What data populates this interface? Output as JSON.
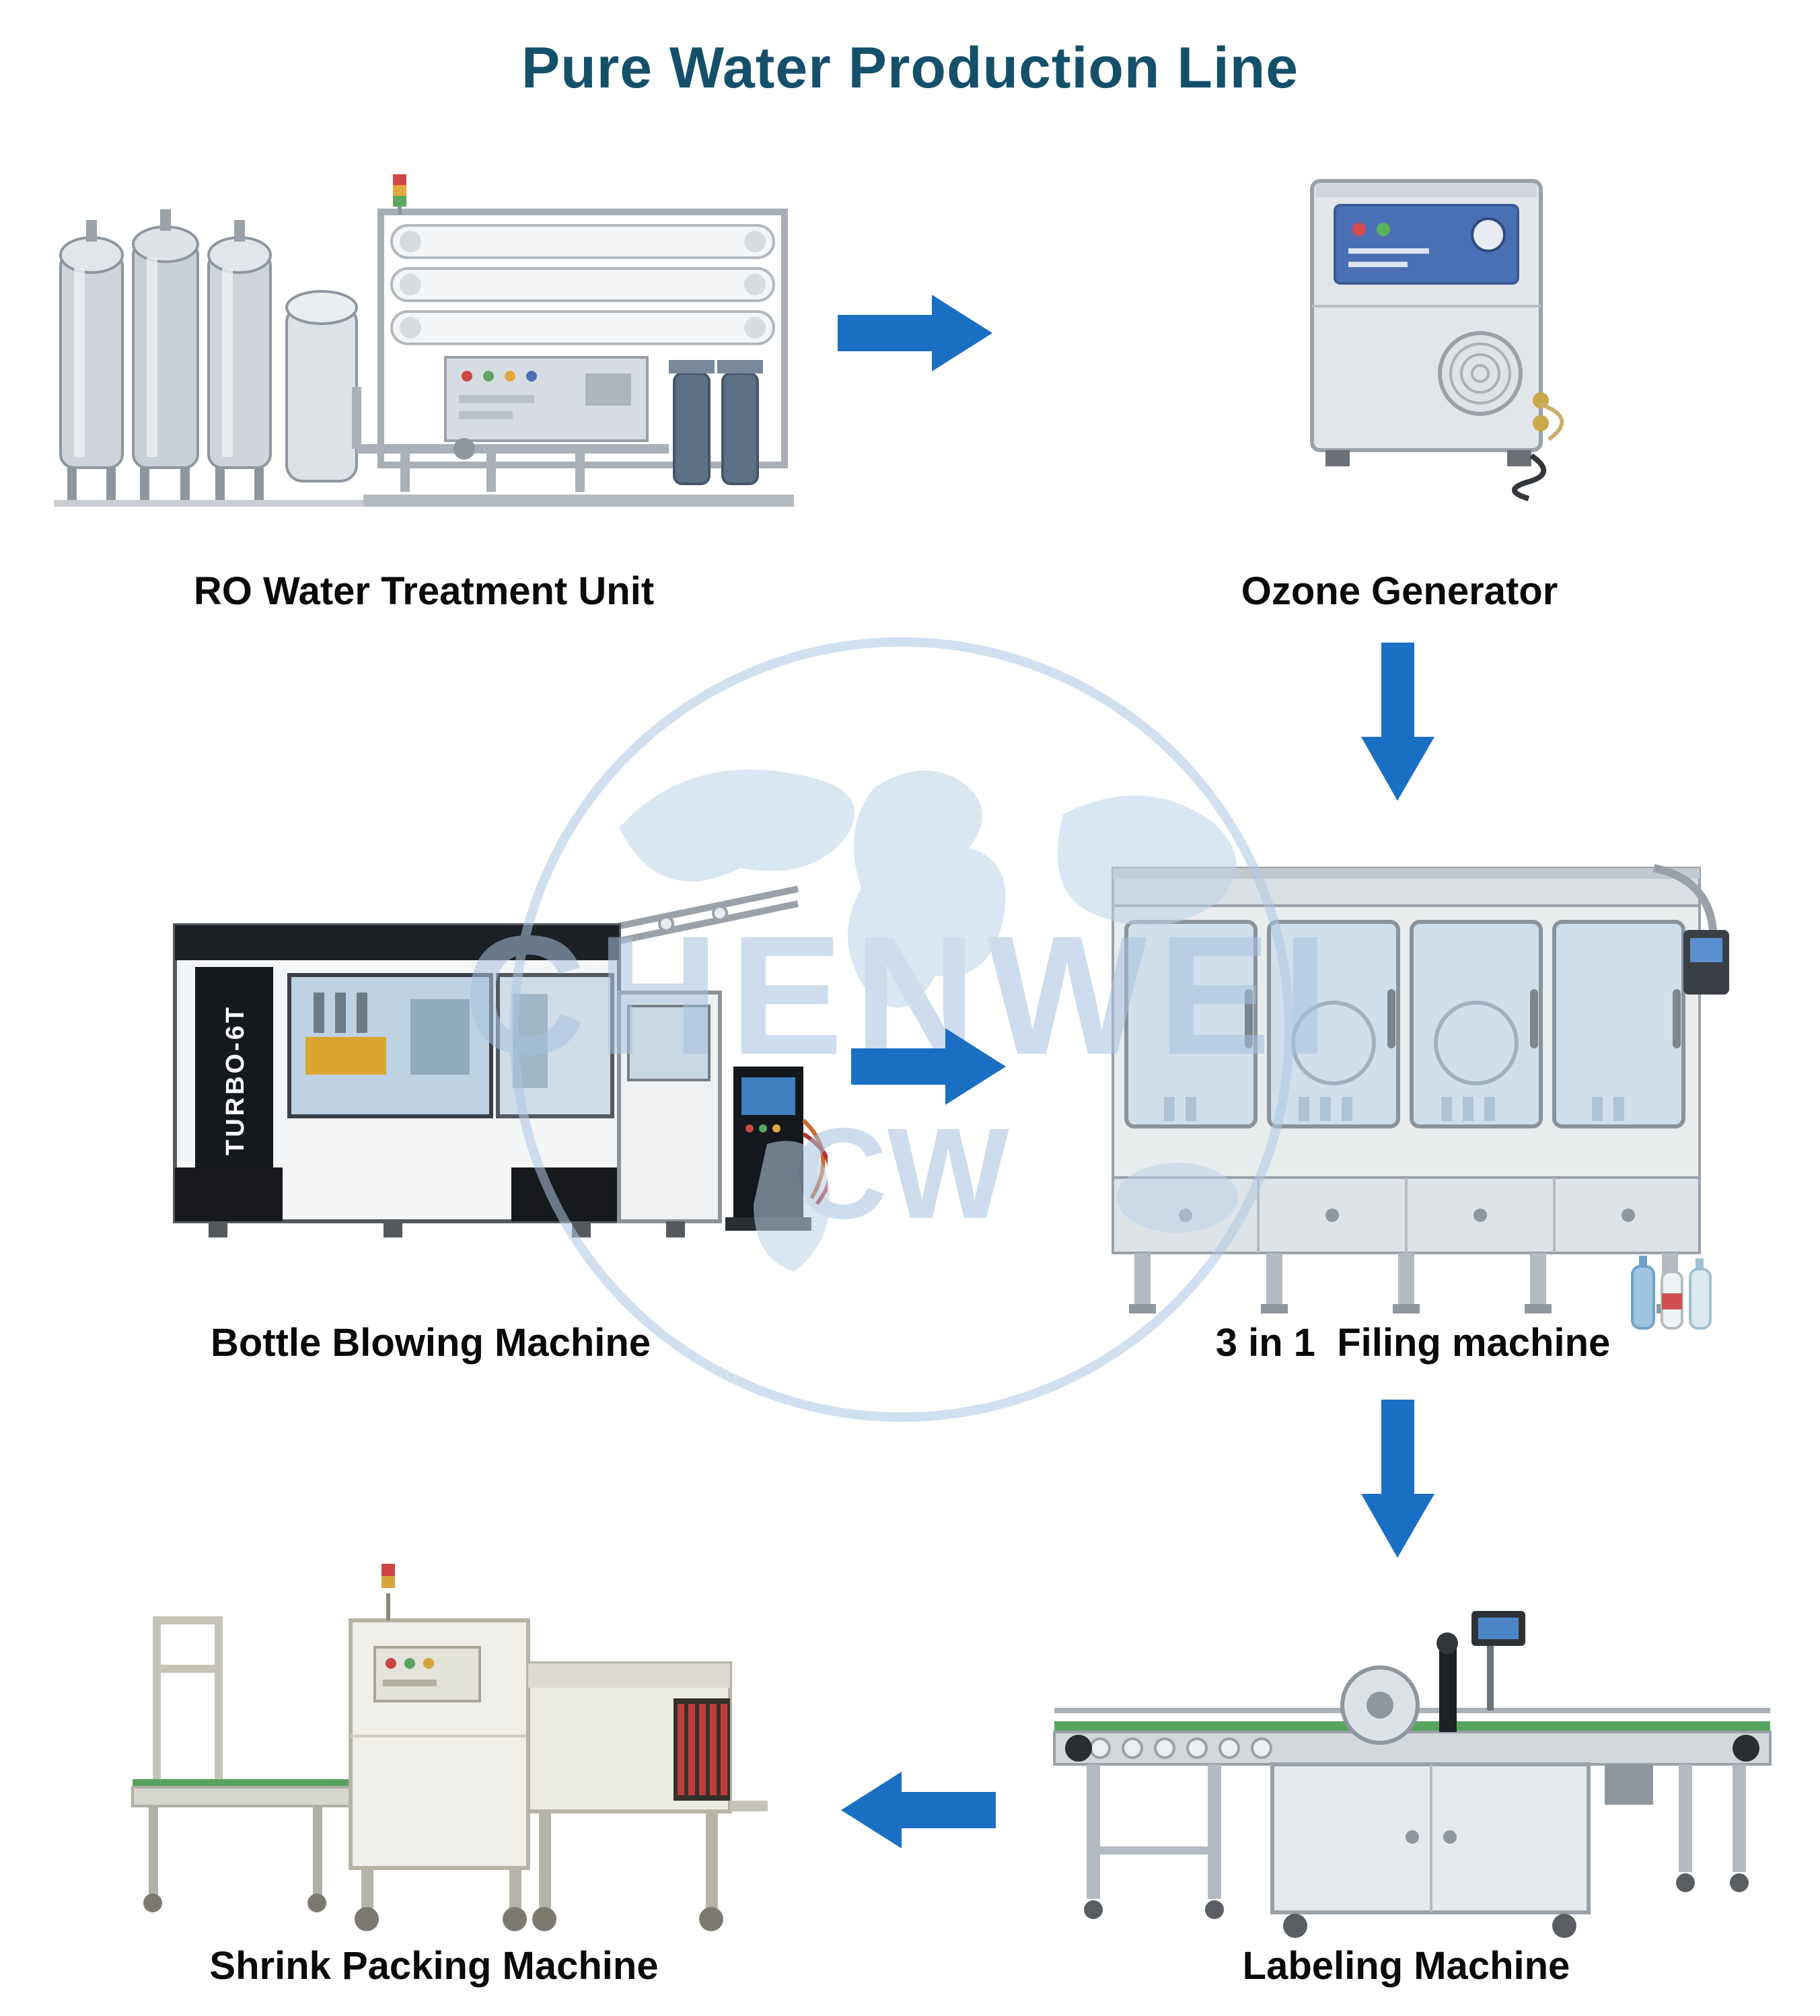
{
  "title": "Pure Water Production Line",
  "watermark": {
    "brand": "CHENWEI",
    "initials": "CW"
  },
  "colors": {
    "title": "#15506b",
    "arrow": "#1a6fc5",
    "label": "#0a0a0a",
    "watermark": "#a9c4e0"
  },
  "machines": {
    "ro": {
      "label": "RO Water Treatment Unit"
    },
    "ozone": {
      "label": "Ozone Generator"
    },
    "blower": {
      "label": "Bottle Blowing Machine",
      "badge": "TURBO-6T"
    },
    "filler": {
      "label": "3 in 1  Filing machine"
    },
    "labeler": {
      "label": "Labeling Machine"
    },
    "shrink": {
      "label": "Shrink Packing Machine"
    }
  },
  "arrows": [
    {
      "name": "ro-to-ozone",
      "direction": "right"
    },
    {
      "name": "ozone-to-filler",
      "direction": "down"
    },
    {
      "name": "blower-to-filler",
      "direction": "right"
    },
    {
      "name": "filler-to-labeler",
      "direction": "down"
    },
    {
      "name": "labeler-to-shrink",
      "direction": "left"
    }
  ]
}
